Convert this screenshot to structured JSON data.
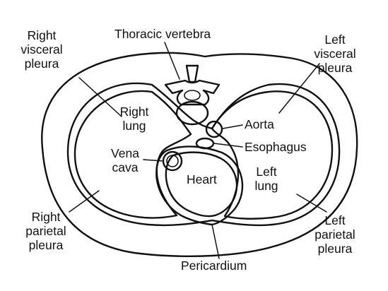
{
  "labels": {
    "thoracic_vertebra": "Thoracic vertebra",
    "right_visceral_pleura": [
      "Right",
      "visceral",
      "pleura"
    ],
    "left_visceral_pleura": [
      "Left",
      "visceral",
      "pleura"
    ],
    "right_lung": [
      "Right",
      "lung"
    ],
    "left_lung": [
      "Left",
      "lung"
    ],
    "aorta": "Aorta",
    "esophagus": "Esophagus",
    "vena_cava": [
      "Vena",
      "cava"
    ],
    "heart": "Heart",
    "right_parietal_pleura": [
      "Right",
      "parietal",
      "pleura"
    ],
    "left_parietal_pleura": [
      "Left",
      "parietal",
      "pleura"
    ],
    "pericardium": "Pericardium"
  },
  "colors": {
    "ink": "#111111",
    "background": "#ffffff"
  }
}
